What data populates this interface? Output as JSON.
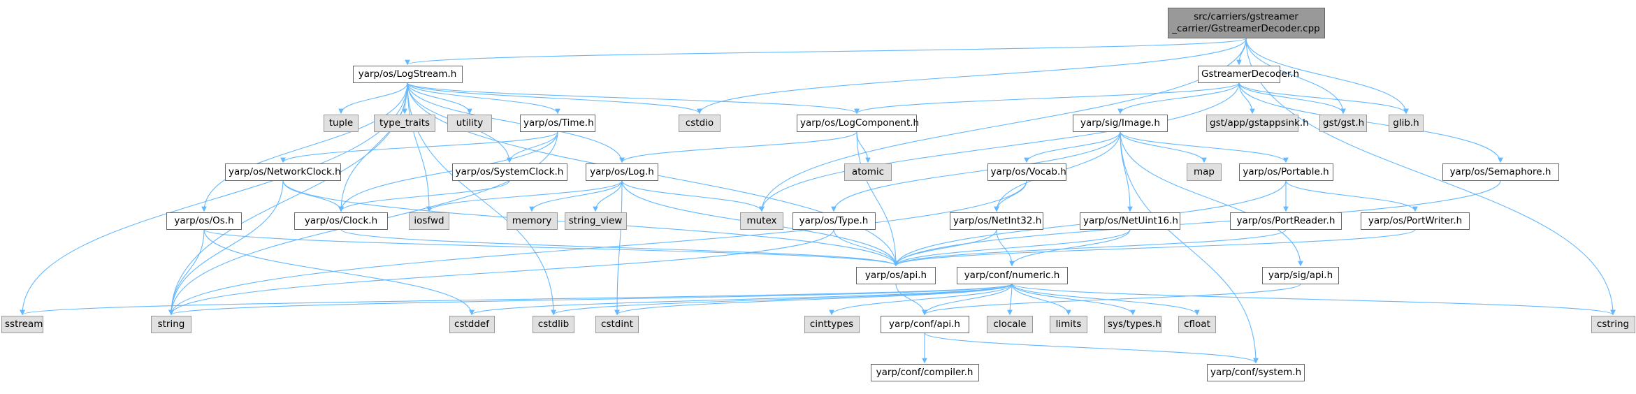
{
  "nodes": [
    {
      "id": "root",
      "label": "src/carriers/gstreamer_carrier/GstreamerDecoder.cpp",
      "line1": "src/carriers/gstreamer",
      "line2": "_carrier/GstreamerDecoder.cpp",
      "kind": "root"
    },
    {
      "id": "logstream",
      "label": "yarp/os/LogStream.h",
      "kind": "project"
    },
    {
      "id": "gstdec",
      "label": "GstreamerDecoder.h",
      "kind": "project"
    },
    {
      "id": "tuple",
      "label": "tuple",
      "kind": "system"
    },
    {
      "id": "type_traits",
      "label": "type_traits",
      "kind": "system"
    },
    {
      "id": "utility",
      "label": "utility",
      "kind": "system"
    },
    {
      "id": "time",
      "label": "yarp/os/Time.h",
      "kind": "project"
    },
    {
      "id": "cstdio",
      "label": "cstdio",
      "kind": "system"
    },
    {
      "id": "logcomponent",
      "label": "yarp/os/LogComponent.h",
      "kind": "project"
    },
    {
      "id": "image",
      "label": "yarp/sig/Image.h",
      "kind": "project"
    },
    {
      "id": "gstappsink",
      "label": "gst/app/gstappsink.h",
      "kind": "system"
    },
    {
      "id": "gstgst",
      "label": "gst/gst.h",
      "kind": "system"
    },
    {
      "id": "glib",
      "label": "glib.h",
      "kind": "system"
    },
    {
      "id": "networkclock",
      "label": "yarp/os/NetworkClock.h",
      "kind": "project"
    },
    {
      "id": "systemclock",
      "label": "yarp/os/SystemClock.h",
      "kind": "project"
    },
    {
      "id": "log",
      "label": "yarp/os/Log.h",
      "kind": "project"
    },
    {
      "id": "atomic",
      "label": "atomic",
      "kind": "system"
    },
    {
      "id": "vocab",
      "label": "yarp/os/Vocab.h",
      "kind": "project"
    },
    {
      "id": "map",
      "label": "map",
      "kind": "system"
    },
    {
      "id": "portable",
      "label": "yarp/os/Portable.h",
      "kind": "project"
    },
    {
      "id": "semaphore",
      "label": "yarp/os/Semaphore.h",
      "kind": "project"
    },
    {
      "id": "os",
      "label": "yarp/os/Os.h",
      "kind": "project"
    },
    {
      "id": "clock",
      "label": "yarp/os/Clock.h",
      "kind": "project"
    },
    {
      "id": "iosfwd",
      "label": "iosfwd",
      "kind": "system"
    },
    {
      "id": "memory",
      "label": "memory",
      "kind": "system"
    },
    {
      "id": "string_view",
      "label": "string_view",
      "kind": "system"
    },
    {
      "id": "mutex",
      "label": "mutex",
      "kind": "system"
    },
    {
      "id": "type",
      "label": "yarp/os/Type.h",
      "kind": "project"
    },
    {
      "id": "netint32",
      "label": "yarp/os/NetInt32.h",
      "kind": "project"
    },
    {
      "id": "netuint16",
      "label": "yarp/os/NetUint16.h",
      "kind": "project"
    },
    {
      "id": "portreader",
      "label": "yarp/os/PortReader.h",
      "kind": "project"
    },
    {
      "id": "portwriter",
      "label": "yarp/os/PortWriter.h",
      "kind": "project"
    },
    {
      "id": "osapi",
      "label": "yarp/os/api.h",
      "kind": "project"
    },
    {
      "id": "numeric",
      "label": "yarp/conf/numeric.h",
      "kind": "project"
    },
    {
      "id": "sigapi",
      "label": "yarp/sig/api.h",
      "kind": "project"
    },
    {
      "id": "sstream",
      "label": "sstream",
      "kind": "system"
    },
    {
      "id": "string",
      "label": "string",
      "kind": "system"
    },
    {
      "id": "cstddef",
      "label": "cstddef",
      "kind": "system"
    },
    {
      "id": "cstdlib",
      "label": "cstdlib",
      "kind": "system"
    },
    {
      "id": "cstdint",
      "label": "cstdint",
      "kind": "system"
    },
    {
      "id": "cinttypes",
      "label": "cinttypes",
      "kind": "system"
    },
    {
      "id": "confapi",
      "label": "yarp/conf/api.h",
      "kind": "project"
    },
    {
      "id": "clocale",
      "label": "clocale",
      "kind": "system"
    },
    {
      "id": "limits",
      "label": "limits",
      "kind": "system"
    },
    {
      "id": "systypes",
      "label": "sys/types.h",
      "kind": "system"
    },
    {
      "id": "cfloat",
      "label": "cfloat",
      "kind": "system"
    },
    {
      "id": "cstring",
      "label": "cstring",
      "kind": "system"
    },
    {
      "id": "compiler",
      "label": "yarp/conf/compiler.h",
      "kind": "project"
    },
    {
      "id": "system",
      "label": "yarp/conf/system.h",
      "kind": "project"
    }
  ],
  "edges": [
    [
      "root",
      "logstream"
    ],
    [
      "root",
      "cstdio"
    ],
    [
      "root",
      "mutex"
    ],
    [
      "root",
      "gstdec"
    ],
    [
      "root",
      "gstgst"
    ],
    [
      "root",
      "glib"
    ],
    [
      "root",
      "cstring"
    ],
    [
      "logstream",
      "tuple"
    ],
    [
      "logstream",
      "type_traits"
    ],
    [
      "logstream",
      "utility"
    ],
    [
      "logstream",
      "time"
    ],
    [
      "logstream",
      "cstdio"
    ],
    [
      "logstream",
      "logcomponent"
    ],
    [
      "logstream",
      "sstream"
    ],
    [
      "logstream",
      "string"
    ],
    [
      "logstream",
      "cstdlib"
    ],
    [
      "logstream",
      "os"
    ],
    [
      "logstream",
      "log"
    ],
    [
      "logstream",
      "systemclock"
    ],
    [
      "logstream",
      "iosfwd"
    ],
    [
      "logstream",
      "osapi"
    ],
    [
      "logstream",
      "clock"
    ],
    [
      "time",
      "networkclock"
    ],
    [
      "time",
      "systemclock"
    ],
    [
      "time",
      "clock"
    ],
    [
      "time",
      "string"
    ],
    [
      "logcomponent",
      "log"
    ],
    [
      "logcomponent",
      "atomic"
    ],
    [
      "logcomponent",
      "osapi"
    ],
    [
      "gstdec",
      "logcomponent"
    ],
    [
      "gstdec",
      "image"
    ],
    [
      "gstdec",
      "gstappsink"
    ],
    [
      "gstdec",
      "gstgst"
    ],
    [
      "gstdec",
      "glib"
    ],
    [
      "gstdec",
      "semaphore"
    ],
    [
      "gstdec",
      "mutex"
    ],
    [
      "image",
      "vocab"
    ],
    [
      "image",
      "map"
    ],
    [
      "image",
      "portable"
    ],
    [
      "image",
      "type"
    ],
    [
      "image",
      "netint32"
    ],
    [
      "image",
      "netuint16"
    ],
    [
      "image",
      "sigapi"
    ],
    [
      "image",
      "system"
    ],
    [
      "networkclock",
      "clock"
    ],
    [
      "networkclock",
      "string"
    ],
    [
      "networkclock",
      "osapi"
    ],
    [
      "systemclock",
      "clock"
    ],
    [
      "log",
      "iosfwd"
    ],
    [
      "log",
      "memory"
    ],
    [
      "log",
      "string_view"
    ],
    [
      "log",
      "mutex"
    ],
    [
      "log",
      "osapi"
    ],
    [
      "log",
      "cstdint"
    ],
    [
      "vocab",
      "netint32"
    ],
    [
      "vocab",
      "string"
    ],
    [
      "portable",
      "portreader"
    ],
    [
      "portable",
      "portwriter"
    ],
    [
      "portable",
      "osapi"
    ],
    [
      "semaphore",
      "osapi"
    ],
    [
      "os",
      "string"
    ],
    [
      "os",
      "cstddef"
    ],
    [
      "os",
      "osapi"
    ],
    [
      "clock",
      "osapi"
    ],
    [
      "type",
      "osapi"
    ],
    [
      "type",
      "string"
    ],
    [
      "netint32",
      "osapi"
    ],
    [
      "netint32",
      "numeric"
    ],
    [
      "netuint16",
      "osapi"
    ],
    [
      "netuint16",
      "numeric"
    ],
    [
      "portreader",
      "osapi"
    ],
    [
      "portwriter",
      "osapi"
    ],
    [
      "osapi",
      "confapi"
    ],
    [
      "numeric",
      "sstream"
    ],
    [
      "numeric",
      "string"
    ],
    [
      "numeric",
      "cstddef"
    ],
    [
      "numeric",
      "cstdlib"
    ],
    [
      "numeric",
      "cstdint"
    ],
    [
      "numeric",
      "cinttypes"
    ],
    [
      "numeric",
      "confapi"
    ],
    [
      "numeric",
      "clocale"
    ],
    [
      "numeric",
      "limits"
    ],
    [
      "numeric",
      "systypes"
    ],
    [
      "numeric",
      "cfloat"
    ],
    [
      "numeric",
      "cstring"
    ],
    [
      "sigapi",
      "confapi"
    ],
    [
      "confapi",
      "compiler"
    ],
    [
      "confapi",
      "system"
    ]
  ],
  "colors": {
    "edge": "#63b8ff",
    "node_border": "#666666",
    "system_fill": "#e0e0e0",
    "root_fill": "#999999"
  }
}
